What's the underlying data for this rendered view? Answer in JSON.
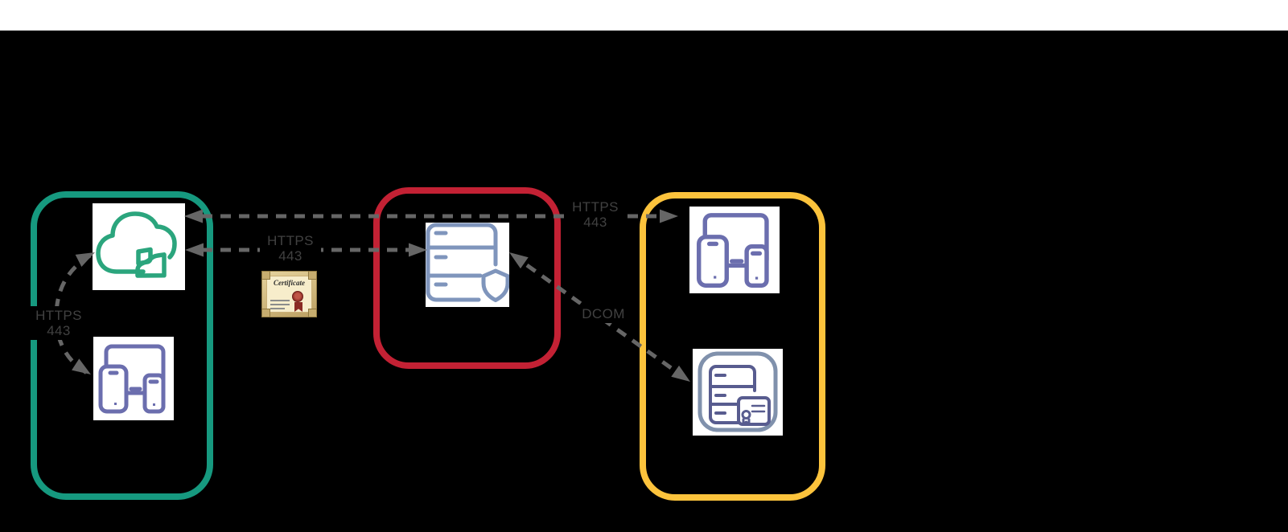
{
  "page": {
    "background": "#000000",
    "top_strip_color": "#FFFFFF"
  },
  "colors": {
    "green_zone": "#16997F",
    "red_zone": "#C32134",
    "yellow_zone": "#FCC33C",
    "cloud_icon": "#2BA57D",
    "device_icon": "#6B6EAE",
    "server_icon": "#7F95BC",
    "server2_icon": "#585C8F",
    "frame_icon": "#8091AC",
    "arrow": "#666666",
    "label_text": "#414141",
    "tile_bg": "#FFFFFF"
  },
  "zones": [
    {
      "id": "cloud-zone",
      "border_color": "#16997F"
    },
    {
      "id": "gateway-zone",
      "border_color": "#C32134"
    },
    {
      "id": "device-zone",
      "border_color": "#FCC33C"
    }
  ],
  "connections": [
    {
      "id": "cloud-to-remote-devices",
      "protocol": "HTTPS",
      "port": "443"
    },
    {
      "id": "cloud-to-gateway",
      "protocol": "HTTPS",
      "port": "443"
    },
    {
      "id": "cloud-to-local-devices",
      "protocol": "HTTPS",
      "port": "443"
    },
    {
      "id": "gateway-to-managed-server",
      "protocol": "DCOM",
      "port": ""
    }
  ],
  "certificate": {
    "label": "Certificate"
  },
  "icons": {
    "cloud": "cloud-icon",
    "devices": "devices-icon",
    "server_shield": "server-shield-icon",
    "server_certificate": "server-certificate-icon",
    "certificate_graphic": "certificate-image"
  }
}
